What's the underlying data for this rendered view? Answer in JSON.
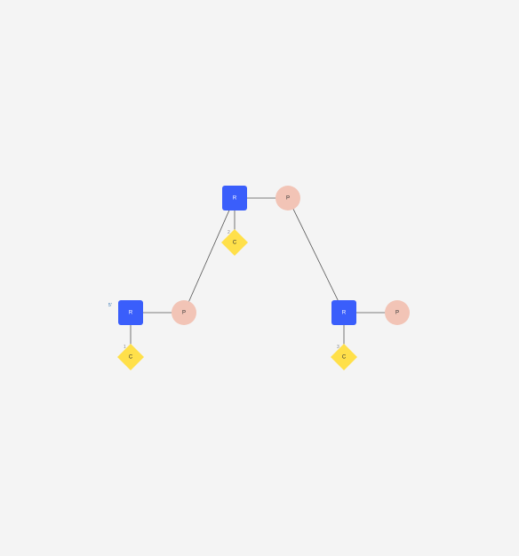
{
  "colors": {
    "background": "#f4f4f4",
    "ribose": "#3a5efb",
    "phosphate": "#f2c4b6",
    "base": "#ffe04a",
    "edge": "#555555",
    "ribose_text": "#ffffff",
    "other_text": "#333333",
    "end_label": "#2a6fb0"
  },
  "diagram": {
    "end_label": "5'",
    "units": [
      {
        "ribose": "R",
        "phosphate": "P",
        "base": "C",
        "position": "1"
      },
      {
        "ribose": "R",
        "phosphate": "P",
        "base": "C",
        "position": "2"
      },
      {
        "ribose": "R",
        "phosphate": "P",
        "base": "C",
        "position": "3"
      }
    ]
  }
}
